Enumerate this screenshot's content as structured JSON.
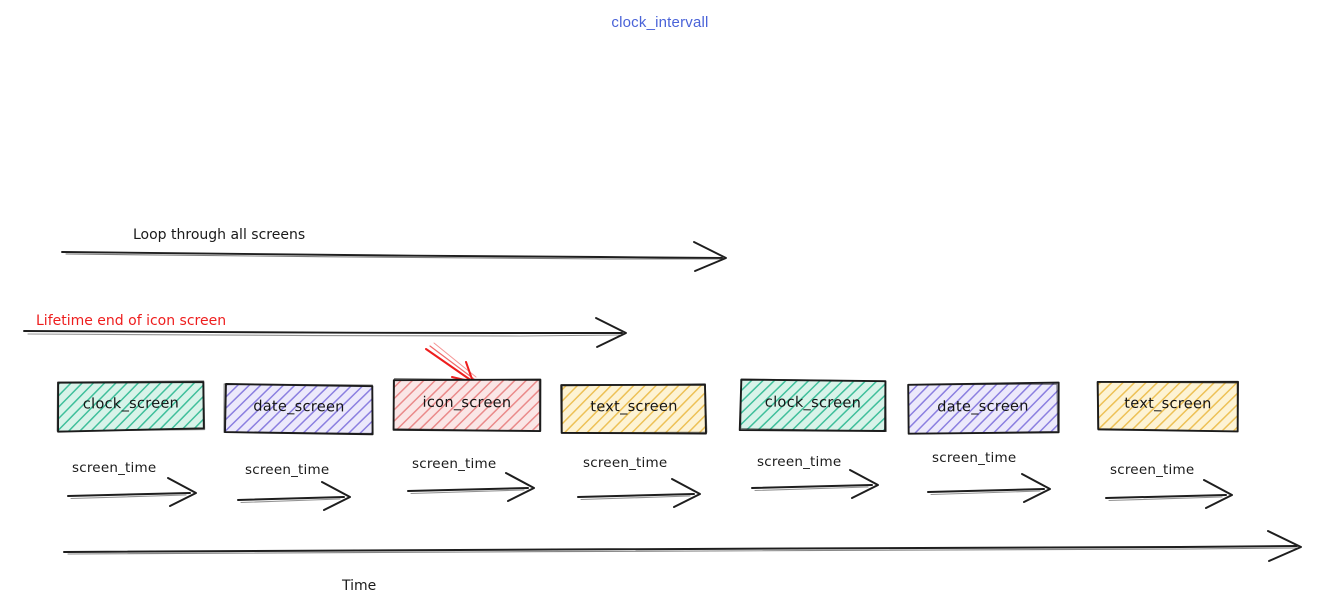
{
  "page": {
    "title": "clock_intervall",
    "title_color": "#4a63d8",
    "background": "#ffffff"
  },
  "annotations": {
    "loop_label": "Loop through all screens",
    "lifetime_label": "Lifetime end of icon screen",
    "lifetime_color": "#ee1d1d",
    "time_axis_label": "Time",
    "screen_time_label": "screen_time"
  },
  "screens": [
    {
      "label": "clock_screen",
      "color": "#3fbf9b",
      "fill": "#d8f3e9"
    },
    {
      "label": "date_screen",
      "color": "#7b6fd4",
      "fill": "#ded9f7"
    },
    {
      "label": "icon_screen",
      "color": "#e06767",
      "fill": "#f8dcdc"
    },
    {
      "label": "text_screen",
      "color": "#e8b646",
      "fill": "#fbeec4"
    },
    {
      "label": "clock_screen",
      "color": "#3fbf9b",
      "fill": "#d8f3e9"
    },
    {
      "label": "date_screen",
      "color": "#7b6fd4",
      "fill": "#ded9f7"
    },
    {
      "label": "text_screen",
      "color": "#e8b646",
      "fill": "#fbeec4"
    }
  ],
  "screen_times": [
    "screen_time",
    "screen_time",
    "screen_time",
    "screen_time",
    "screen_time",
    "screen_time",
    "screen_time"
  ]
}
